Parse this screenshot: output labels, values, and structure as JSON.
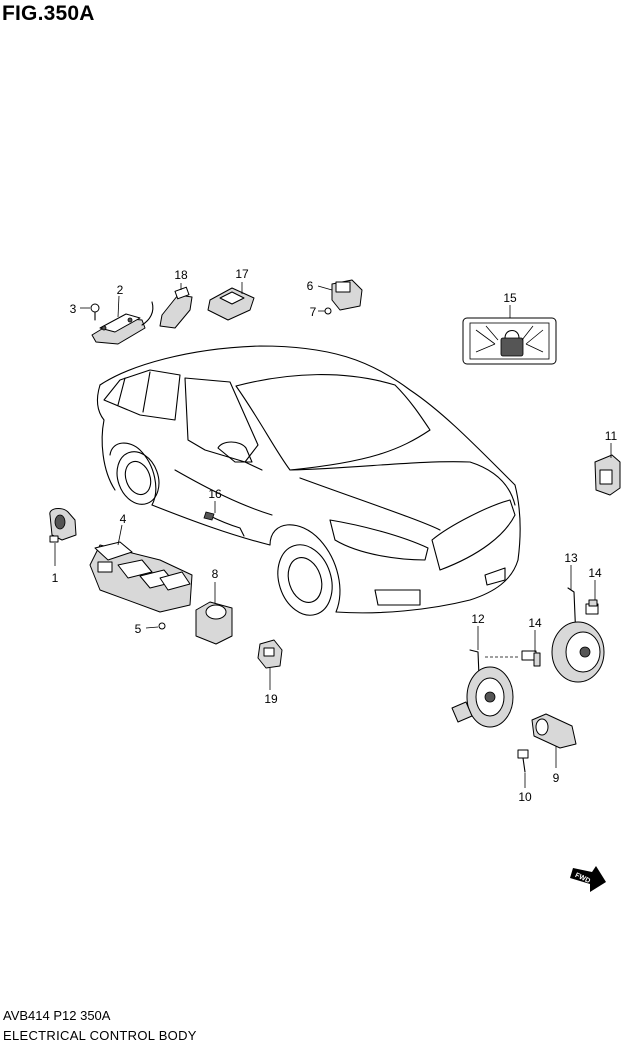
{
  "figure": {
    "title": "FIG.350A",
    "code": "AVB414 P12 350A",
    "name": "ELECTRICAL CONTROL BODY"
  },
  "callouts": {
    "p1": "1",
    "p2": "2",
    "p3": "3",
    "p4": "4",
    "p5": "5",
    "p6": "6",
    "p7": "7",
    "p8": "8",
    "p9": "9",
    "p10": "10",
    "p11": "11",
    "p12": "12",
    "p13": "13",
    "p14a": "14",
    "p14b": "14",
    "p15": "15",
    "p16": "16",
    "p17": "17",
    "p18": "18",
    "p19": "19"
  },
  "direction_arrow": "FWD"
}
